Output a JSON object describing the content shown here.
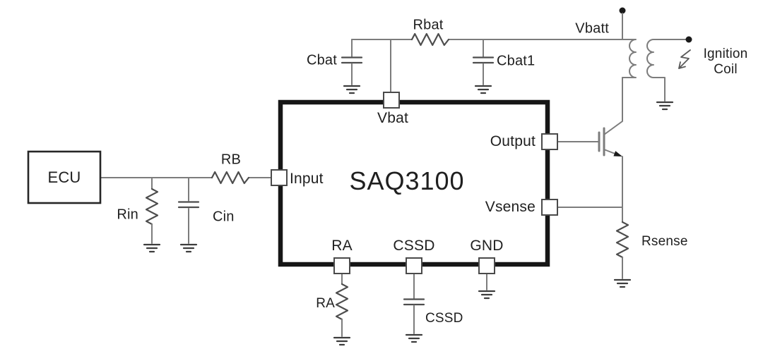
{
  "colors": {
    "background": "#ffffff",
    "wire": "#7c7c7c",
    "component": "#4d4d4d",
    "chip_border": "#161616",
    "text": "#1f1f1f"
  },
  "chip": {
    "name": "SAQ3100",
    "pins": {
      "vbat": "Vbat",
      "input": "Input",
      "output": "Output",
      "vsense": "Vsense",
      "ra": "RA",
      "cssd": "CSSD",
      "gnd": "GND"
    }
  },
  "external": {
    "ecu": "ECU",
    "rin": "Rin",
    "cin": "Cin",
    "rb": "RB",
    "cbat": "Cbat",
    "rbat": "Rbat",
    "cbat1": "Cbat1",
    "vbatt": "Vbatt",
    "ra_resistor": "RA",
    "cssd_capacitor": "CSSD",
    "rsense": "Rsense",
    "ignition_coil": [
      "Ignition",
      "Coil"
    ]
  }
}
